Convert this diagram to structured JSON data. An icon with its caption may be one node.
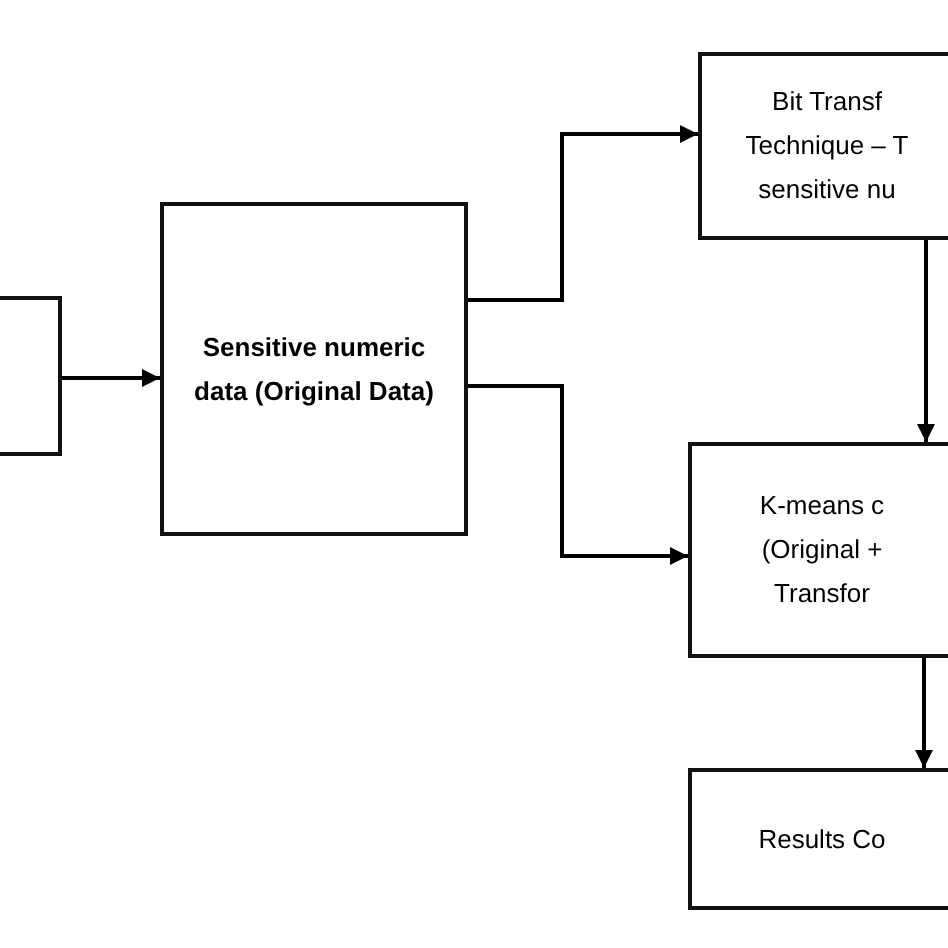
{
  "diagram": {
    "nodes": [
      {
        "text": [],
        "shape": "box"
      },
      {
        "text": [
          "Sensitive numeric data (Original Data)"
        ]
      },
      {
        "text": [
          "Bit Transf Technique – T sensitive nu"
        ]
      },
      {
        "text": [
          "K-means c (Original + Transfor"
        ]
      },
      {
        "text": [
          "Results Co"
        ]
      }
    ],
    "edges": [
      {
        "from": 0,
        "to": 1,
        "arrow": "to"
      },
      {
        "from": 1,
        "to": 2,
        "arrow": "to"
      },
      {
        "from": 1,
        "to": 3,
        "arrow": "to"
      },
      {
        "from": 2,
        "to": 3,
        "arrow": "to"
      },
      {
        "from": 3,
        "to": 4,
        "arrow": "to"
      }
    ]
  }
}
